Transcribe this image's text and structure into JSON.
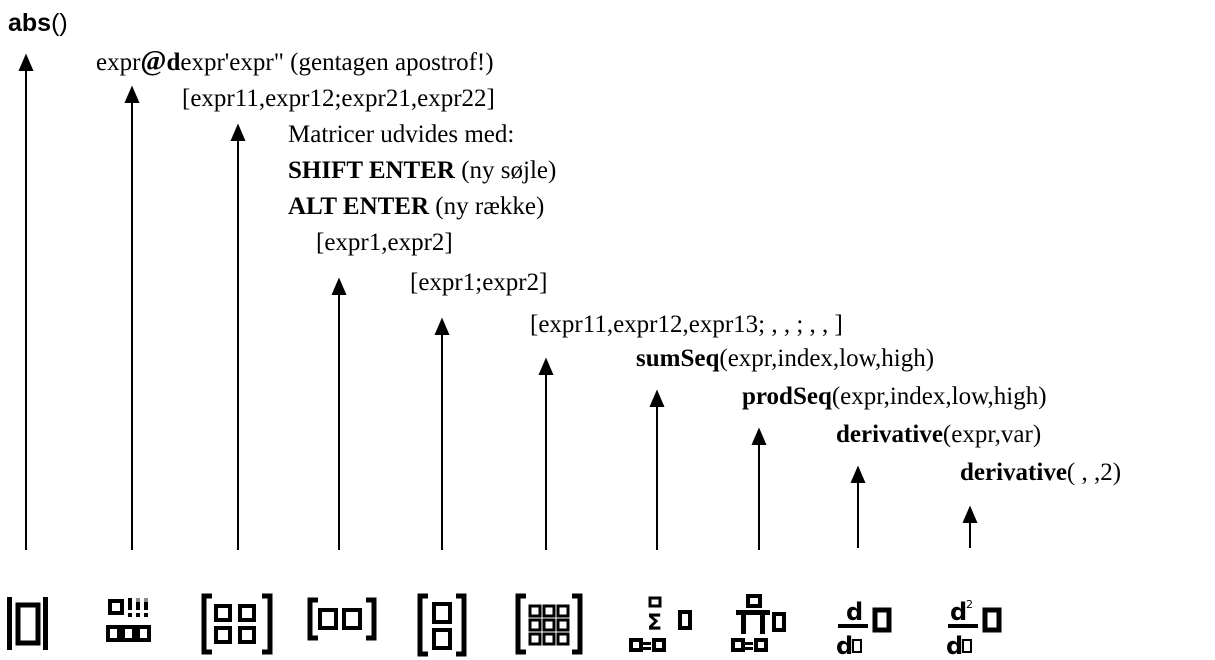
{
  "labels": {
    "abs_fn": "abs",
    "abs_paren": "()",
    "deriv_pre": "expr",
    "deriv_at": "@",
    "deriv_d": "d",
    "deriv_post": "expr'expr\" (gentagen apostrof!)",
    "matrix22": "[expr11,expr12;expr21,expr22]",
    "matrix_note_1": "Matricer udvides med:",
    "shift_enter": "SHIFT ENTER",
    "shift_enter_desc": " (ny søjle)",
    "alt_enter": "ALT ENTER",
    "alt_enter_desc": " (ny række)",
    "row_vector": "[expr1,expr2]",
    "col_vector": "[expr1;expr2]",
    "matrix23": "[expr11,expr12,expr13; , , ; , , ]",
    "sumseq_fn": "sumSeq",
    "sumseq_args": "(expr,index,low,high)",
    "prodseq_fn": "prodSeq",
    "prodseq_args": "(expr,index,low,high)",
    "derivative1_fn": "derivative",
    "derivative1_args": "(expr,var)",
    "derivative2_fn": "derivative",
    "derivative2_args": "( , ,2)"
  },
  "icons": [
    {
      "name": "abs-icon",
      "glyph": "|□|"
    },
    {
      "name": "prime-derivative-icon",
      "glyph": "o!!"
    },
    {
      "name": "matrix-2x2-icon",
      "glyph": "[::]"
    },
    {
      "name": "row-vector-icon",
      "glyph": "[□□]"
    },
    {
      "name": "column-vector-icon",
      "glyph": "[:]"
    },
    {
      "name": "matrix-3x3-icon",
      "glyph": "[:::]"
    },
    {
      "name": "sum-icon",
      "glyph": "Σ"
    },
    {
      "name": "product-icon",
      "glyph": "Π"
    },
    {
      "name": "derivative-icon",
      "glyph": "d/d"
    },
    {
      "name": "second-derivative-icon",
      "glyph": "d²/d"
    }
  ],
  "colors": {
    "ink": "#000000",
    "background": "#ffffff"
  }
}
